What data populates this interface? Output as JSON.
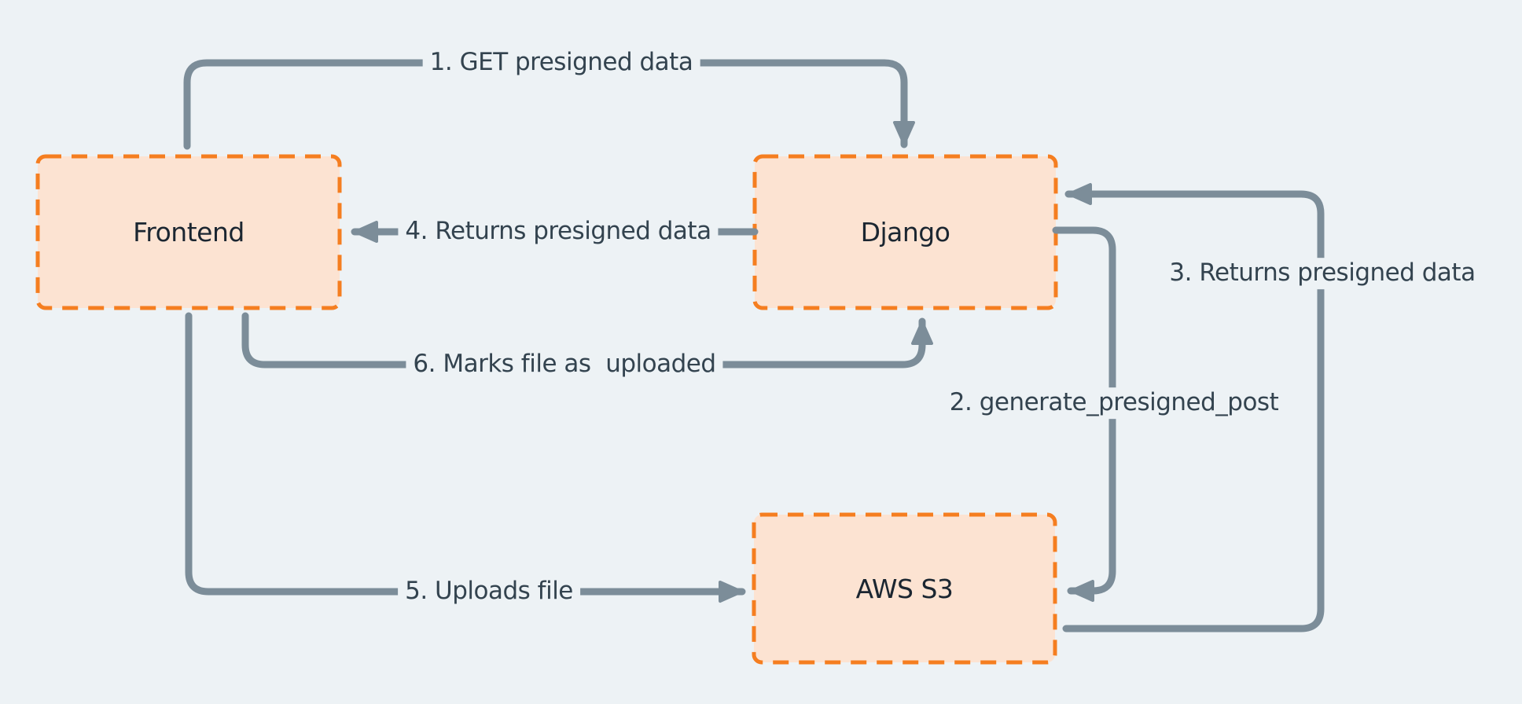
{
  "diagram": {
    "description": "Presigned upload flow diagram",
    "colors": {
      "background": "#EDF2F5",
      "node_fill": "#FCE3D2",
      "node_border": "#F57E20",
      "arrow": "#7C8D99",
      "edge_label_text": "#33434F",
      "node_label_text": "#1B2631"
    },
    "nodes": [
      {
        "id": "frontend",
        "label": "Frontend"
      },
      {
        "id": "django",
        "label": "Django"
      },
      {
        "id": "aws-s3",
        "label": "AWS S3"
      }
    ],
    "edges": [
      {
        "id": "1",
        "from": "Frontend",
        "to": "Django",
        "label": "1. GET presigned data"
      },
      {
        "id": "2",
        "from": "Django",
        "to": "AWS S3",
        "label": "2. generate_presigned_post"
      },
      {
        "id": "3",
        "from": "AWS S3",
        "to": "Django",
        "label": "3. Returns presigned data"
      },
      {
        "id": "4",
        "from": "Django",
        "to": "Frontend",
        "label": "4. Returns presigned data"
      },
      {
        "id": "5",
        "from": "Frontend",
        "to": "AWS S3",
        "label": "5. Uploads file"
      },
      {
        "id": "6",
        "from": "Frontend",
        "to": "Django",
        "label": "6. Marks file as  uploaded"
      }
    ]
  }
}
